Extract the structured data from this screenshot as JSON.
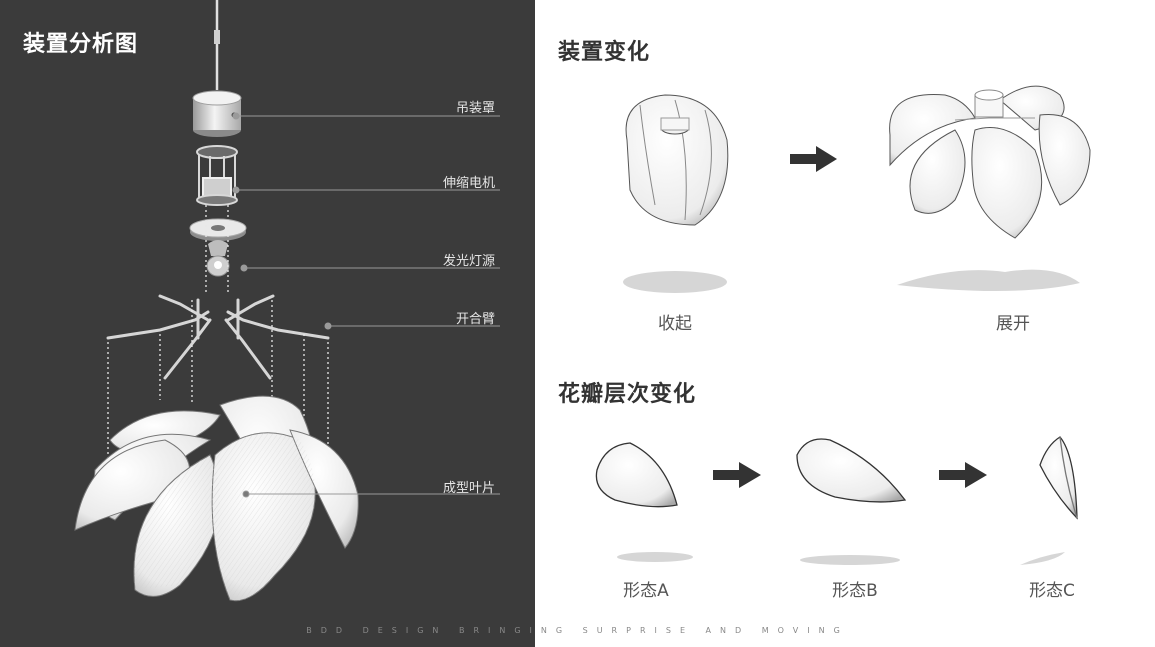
{
  "left_title": "装置分析图",
  "parts": [
    {
      "label": "吊装罩"
    },
    {
      "label": "伸缩电机"
    },
    {
      "label": "发光灯源"
    },
    {
      "label": "开合臂"
    },
    {
      "label": "成型叶片"
    }
  ],
  "section1": {
    "title": "装置变化",
    "captions": [
      "收起",
      "展开"
    ]
  },
  "section2": {
    "title": "花瓣层次变化",
    "captions": [
      "形态A",
      "形态B",
      "形态C"
    ]
  },
  "footer": "BDD DESIGN BRINGING SURPRISE AND MOVING",
  "colors": {
    "left_bg": "#3b3b3b",
    "right_bg": "#ffffff",
    "arrow": "#333333",
    "shadow": "#d6d6d6"
  }
}
